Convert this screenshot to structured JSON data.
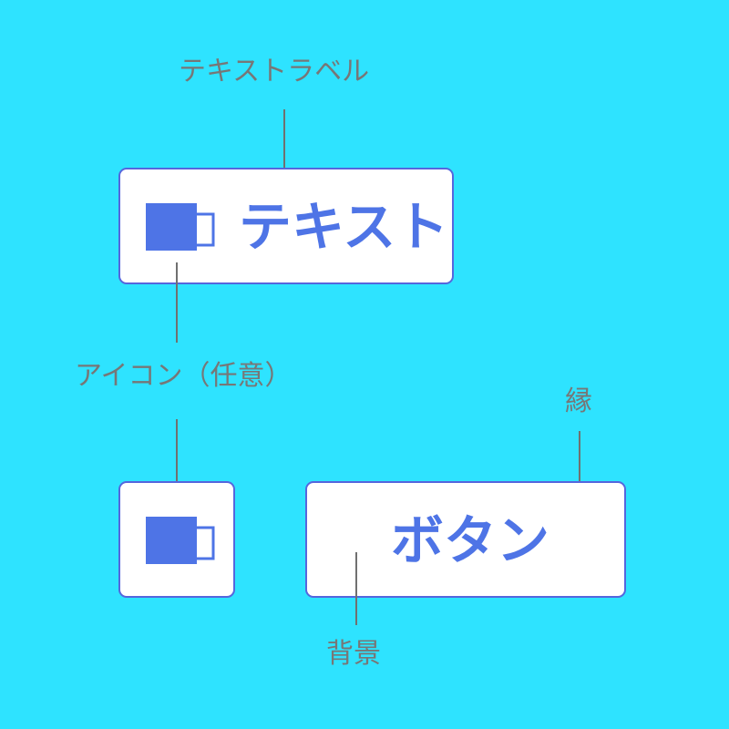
{
  "colors": {
    "background": "#2ee3ff",
    "button_fill": "#ffffff",
    "button_border": "#5566dd",
    "accent": "#4e74e6",
    "annotation_text": "#777777",
    "leader_line": "#707070"
  },
  "annotations": {
    "text_label": "テキストラベル",
    "icon_optional": "アイコン（任意）",
    "border": "縁",
    "background": "背景"
  },
  "buttons": {
    "icon_text_button": {
      "icon": "mug-icon",
      "label": "テキスト"
    },
    "icon_only_button": {
      "icon": "mug-icon"
    },
    "text_only_button": {
      "label": "ボタン"
    }
  }
}
